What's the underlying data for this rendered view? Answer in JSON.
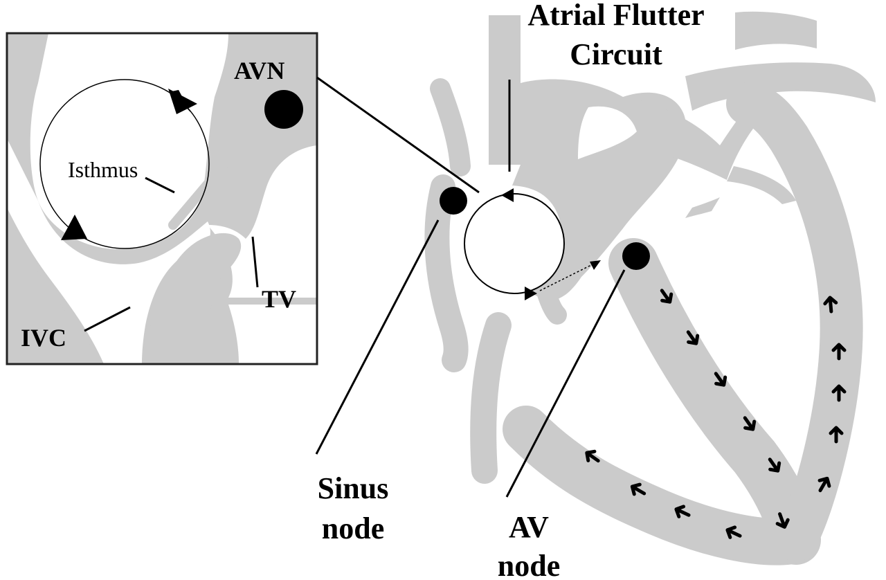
{
  "labels": {
    "flutter_line1": "Atrial Flutter",
    "flutter_line2": "Circuit",
    "sinus_line1": "Sinus",
    "sinus_line2": "node",
    "av_line1": "AV",
    "av_line2": "node",
    "inset_avn": "AVN",
    "inset_isthmus": "Isthmus",
    "inset_tv": "TV",
    "inset_ivc": "IVC"
  },
  "colors": {
    "tissue": "#cbcbcb",
    "ink": "#000000",
    "background": "#ffffff"
  },
  "icons": {
    "node_marker": "filled-circle",
    "conduction_arrow": "chevron-arrow",
    "circuit_arrow": "triangle-arrowhead"
  }
}
